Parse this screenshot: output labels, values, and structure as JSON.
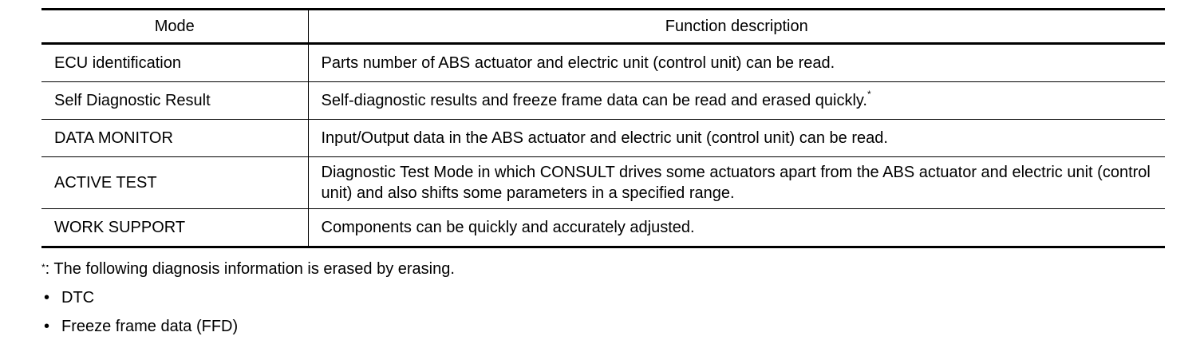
{
  "table": {
    "headers": {
      "mode": "Mode",
      "function": "Function description"
    },
    "rows": [
      {
        "mode": "ECU identification",
        "function": "Parts number of ABS actuator and electric unit (control unit) can be read.",
        "mark": ""
      },
      {
        "mode": "Self Diagnostic Result",
        "function": "Self-diagnostic results and freeze frame data can be read and erased quickly.",
        "mark": "*"
      },
      {
        "mode": "DATA MONITOR",
        "function": "Input/Output data in the ABS actuator and electric unit (control unit) can be read.",
        "mark": ""
      },
      {
        "mode": "ACTIVE TEST",
        "function": "Diagnostic Test Mode in which CONSULT drives some actuators apart from the ABS actuator and electric unit (control unit) and also shifts some parameters in a specified range.",
        "mark": ""
      },
      {
        "mode": "WORK SUPPORT",
        "function": "Components can be quickly and accurately adjusted.",
        "mark": ""
      }
    ]
  },
  "footnote": {
    "mark": "*",
    "text": ": The following diagnosis information is erased by erasing.",
    "bullet": "•",
    "items": [
      "DTC",
      "Freeze frame data (FFD)"
    ]
  }
}
